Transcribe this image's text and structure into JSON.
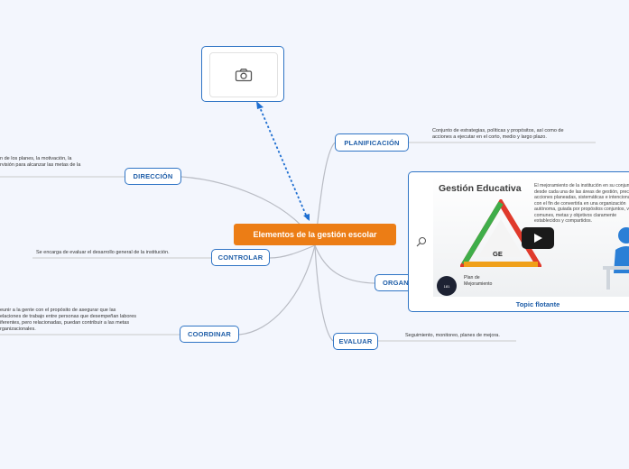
{
  "central": {
    "label": "Elementos de la gestión escolar"
  },
  "branches": {
    "planificacion": {
      "label": "PLANIFICACIÓN",
      "note": [
        "Conjunto de estrategias, políticas y propósitos, así como de",
        "acciones a ejecutar en el corto, medio y largo plazo."
      ]
    },
    "direccion": {
      "label": "DIRECCIÓN",
      "note": [
        "n de los planes, la motivación, la",
        "rvisión para alcanzar las metas de la"
      ]
    },
    "controlar": {
      "label": "CONTROLAR",
      "note": [
        "Se encarga de evaluar el desarrollo general de la institución."
      ]
    },
    "organ": {
      "label": "ORGAN"
    },
    "coordinar": {
      "label": "COORDINAR",
      "note": [
        "eunir a la gente con el propósito de asegurar que las",
        "elaciones de trabajo entre personas que desempeñan labores",
        "iferentes, pero relacionadas, puedan contribuir a las metas",
        "rganizacionales."
      ]
    },
    "evaluar": {
      "label": "EVALUAR",
      "note": [
        "Seguimiento, monitoreo, planes de mejora."
      ]
    }
  },
  "topic_floating": {
    "caption": "Topic flotante",
    "video": {
      "title": "Gestión Educativa",
      "description": "El mejoramiento de la institución en su conjunto y desde cada una de las áreas de gestión, precisa acciones planeadas, sistemáticas e intencionadas, con el fin de convertirla en una organización autónoma, guiada por propósitos conjuntos, valores comunes, metas y objetivos claramente establecidos y compartidos.",
      "triangle_label": "GE",
      "plan_label": [
        "Plan de",
        "Mejoramiento"
      ],
      "seal_text": "181"
    }
  },
  "icons": {
    "image_placeholder": "camera-icon",
    "play": "play-icon",
    "search": "search-icon"
  },
  "colors": {
    "central": "#ec7d15",
    "node_border": "#2f74c5",
    "node_text": "#1f5ea8",
    "link": "#b9bcc4",
    "dotted_link": "#1f6fd1",
    "background": "#f3f6fd"
  }
}
